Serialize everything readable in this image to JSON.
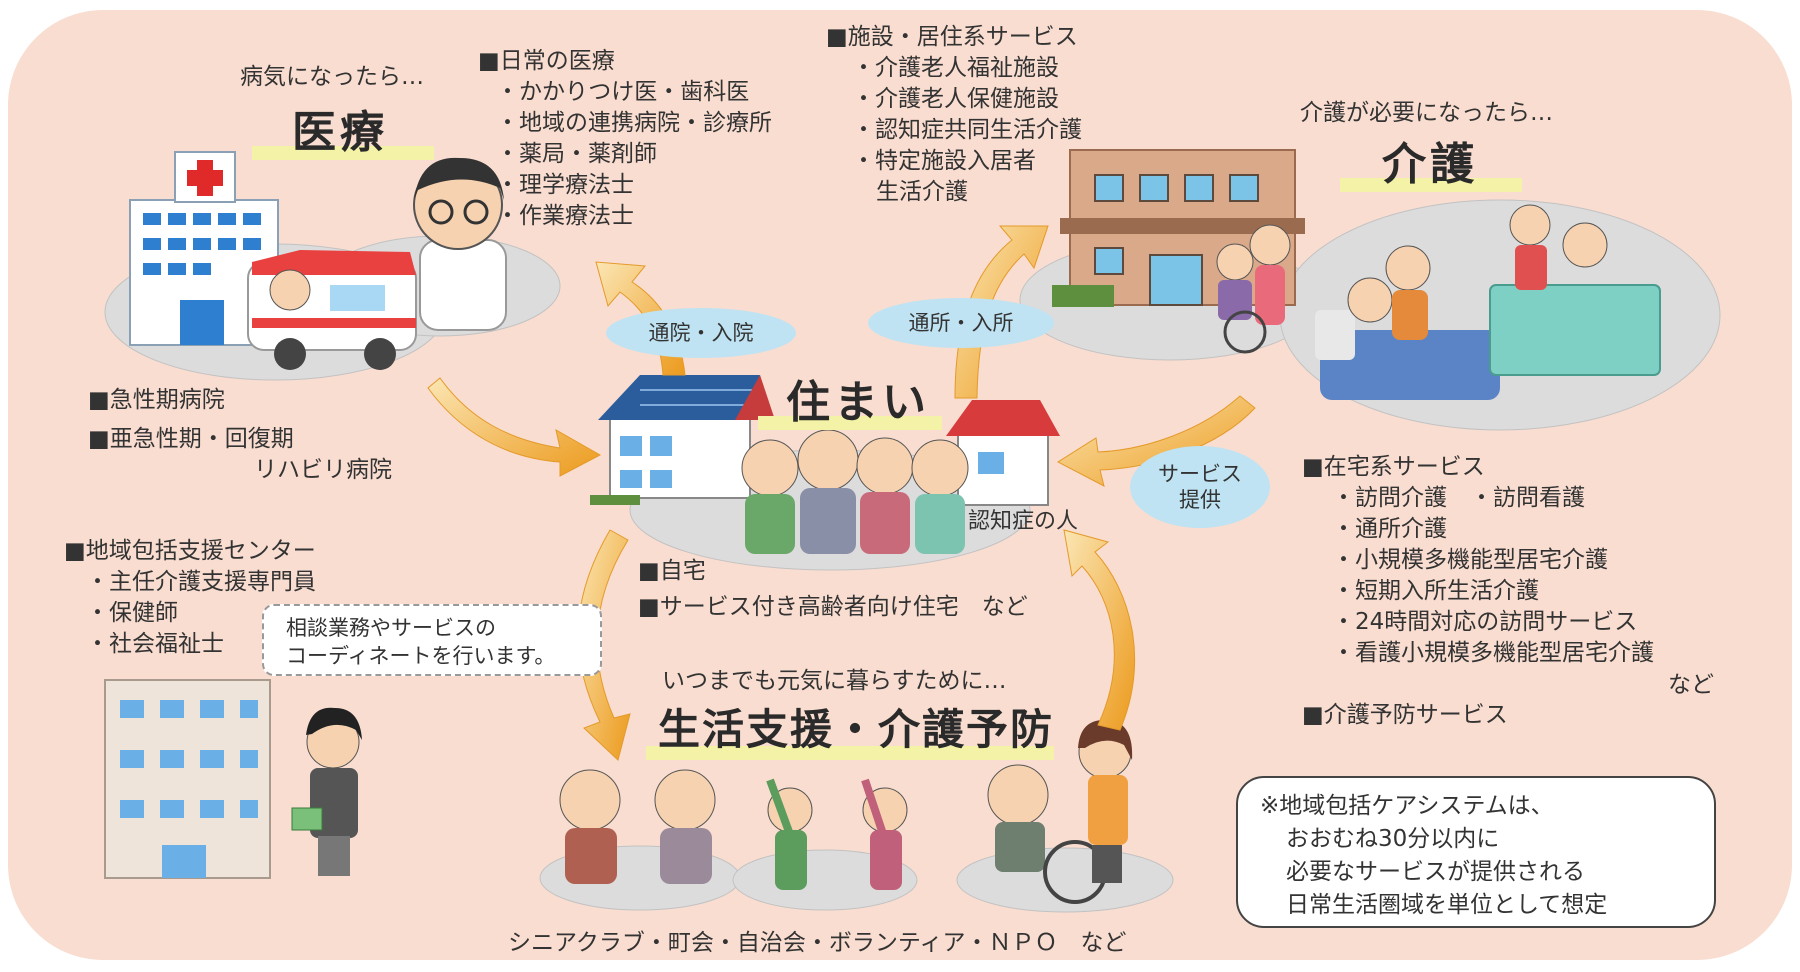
{
  "medical": {
    "lead": "病気になったら…",
    "title": "医療",
    "daily_header": "■日常の医療",
    "daily_items": [
      "・かかりつけ医・歯科医",
      "・地域の連携病院・診療所",
      "・薬局・薬剤師",
      "・理学療法士",
      "・作業療法士"
    ],
    "hospitals": [
      "■急性期病院",
      "■亜急性期・回復期",
      "リハビリ病院"
    ]
  },
  "facility": {
    "header": "■施設・居住系サービス",
    "items": [
      "・介護老人福祉施設",
      "・介護老人保健施設",
      "・認知症共同生活介護",
      "・特定施設入居者",
      "生活介護"
    ]
  },
  "care": {
    "lead": "介護が必要になったら…",
    "title": "介護",
    "home_header": "■在宅系サービス",
    "home_items": [
      "・訪問介護　・訪問看護",
      "・通所介護",
      "・小規模多機能型居宅介護",
      "・短期入所生活介護",
      "・24時間対応の訪問サービス",
      "・看護小規模多機能型居宅介護"
    ],
    "home_etc": "など",
    "prevention": "■介護予防サービス"
  },
  "housing": {
    "title": "住まい",
    "dementia_label": "認知症の人",
    "items": [
      "■自宅",
      "■サービス付き高齢者向け住宅　など"
    ]
  },
  "links": {
    "visit": "通院・入院",
    "daycare": "通所・入所",
    "service_1": "サービス",
    "service_2": "提供"
  },
  "support_center": {
    "header": "■地域包括支援センター",
    "items": [
      "・主任介護支援専門員",
      "・保健師",
      "・社会福祉士"
    ],
    "speech": [
      "相談業務やサービスの",
      "コーディネートを行います。"
    ]
  },
  "life_support": {
    "lead": "いつまでも元気に暮らすために…",
    "title": "生活支援・介護予防",
    "groups": "シニアクラブ・町会・自治会・ボランティア・ＮＰＯ　など"
  },
  "note": {
    "lines": [
      "※地域包括ケアシステムは、",
      "おおむね30分以内に",
      "必要なサービスが提供される",
      "日常生活圏域を単位として想定"
    ]
  },
  "colors": {
    "background": "#f9ddd0",
    "arrow": "#f0a020",
    "platform": "#dcdcdc",
    "pill": "#bfe3f2",
    "underline": "#f3f2a6"
  }
}
